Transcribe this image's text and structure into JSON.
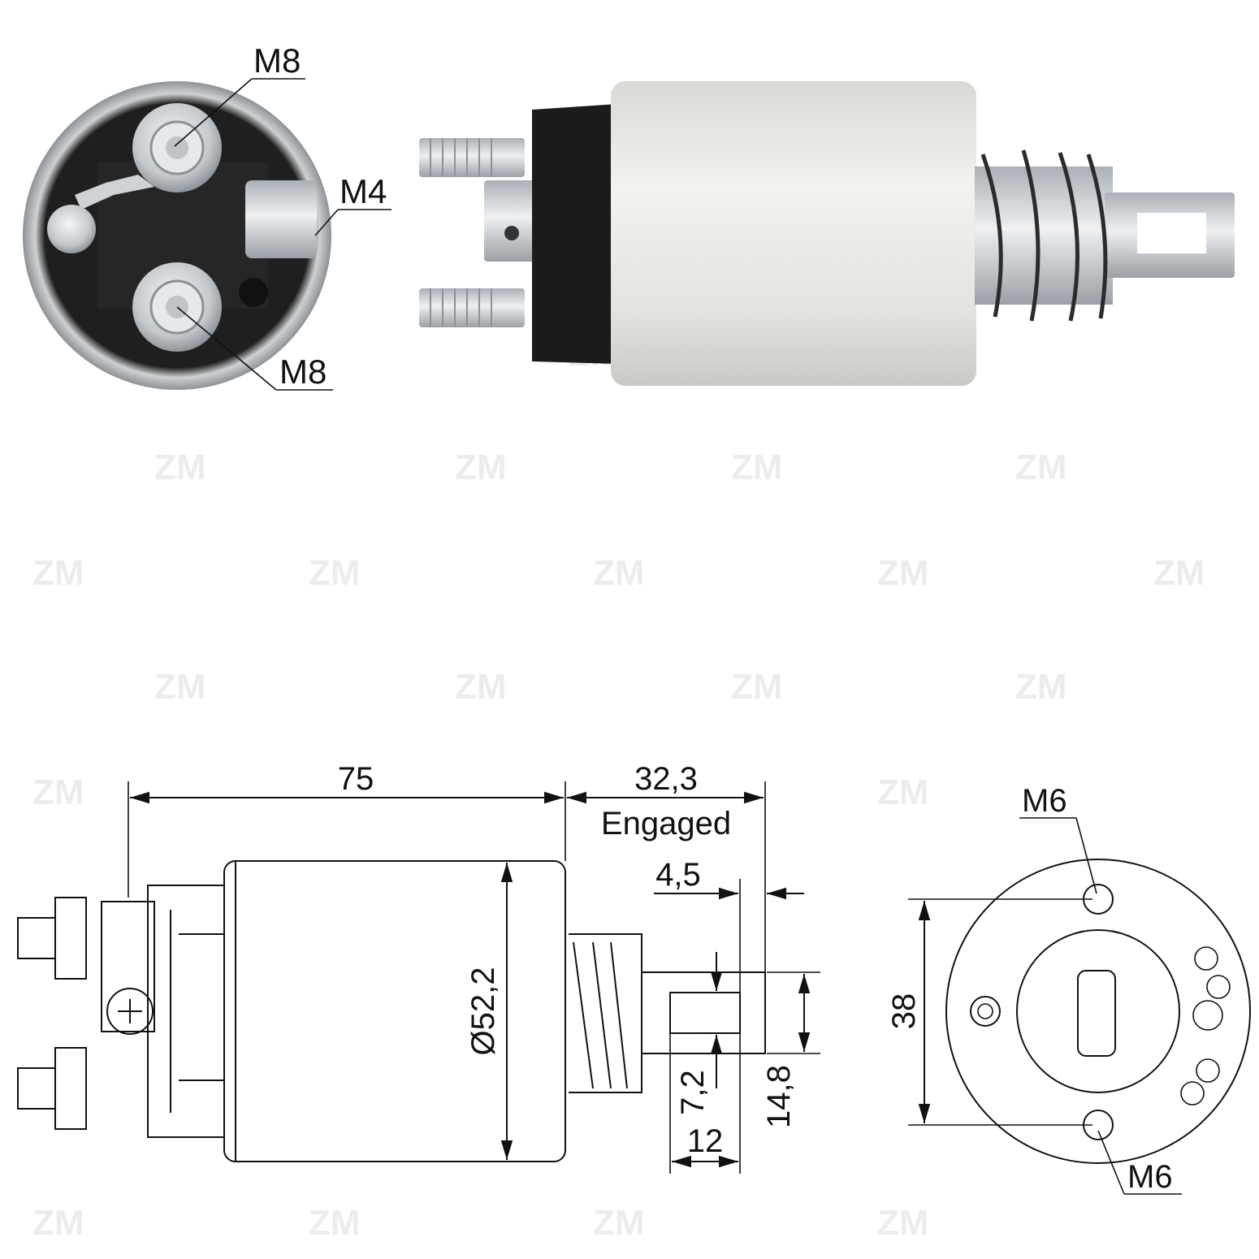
{
  "watermark": {
    "text": "ZM",
    "badge": "ZM",
    "color": "#ececec"
  },
  "photo_end_view": {
    "labels": {
      "top_stud": "M8",
      "side_terminal": "M4",
      "bottom_stud": "M8"
    }
  },
  "photo_side_view": {
    "body_color": "#e7e8e3",
    "cap_color": "#1a1a1a",
    "metal_color": "#c9cdd2"
  },
  "drawing_side_view": {
    "dims": {
      "overall_length": "75",
      "plunger_travel": "32,3",
      "plunger_state": "Engaged",
      "tab_offset": "4,5",
      "body_diameter": "Ø52,2",
      "slot_width": "7,2",
      "tab_width": "14,8",
      "tab_length": "12"
    }
  },
  "drawing_end_view": {
    "dims": {
      "top_thread": "M6",
      "hole_spacing": "38",
      "bottom_thread": "M6"
    }
  },
  "colors": {
    "line": "#111111",
    "background": "#ffffff"
  }
}
